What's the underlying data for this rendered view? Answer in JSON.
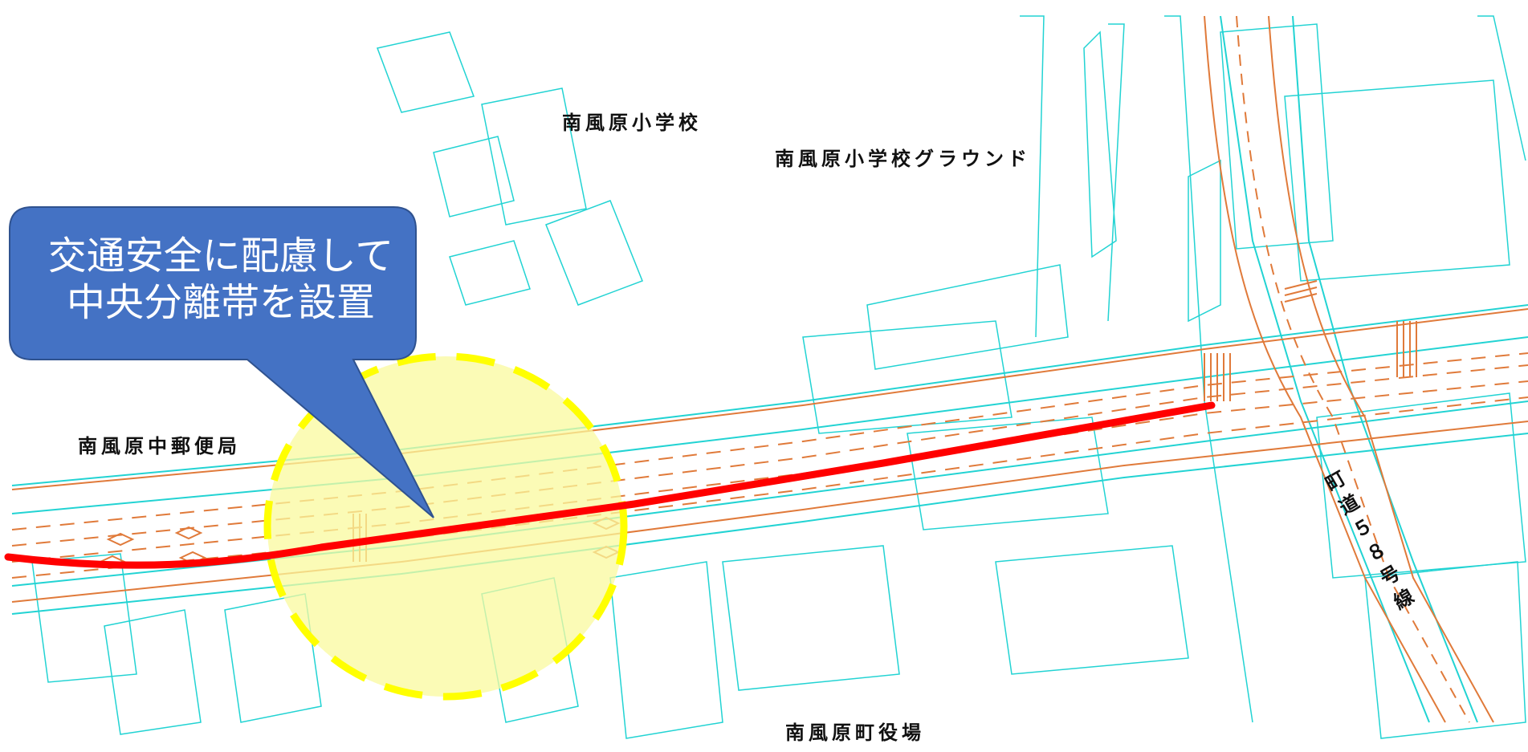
{
  "colors": {
    "road_cyan": "#22d3d3",
    "road_orange": "#e07a3a",
    "route_red": "#ff0000",
    "highlight_yellow": "#ffff00",
    "highlight_fill": "#fafa9e",
    "callout_blue": "#4472c4"
  },
  "callout": {
    "line1": "交通安全に配慮して",
    "line2": "中央分離帯を設置"
  },
  "labels": {
    "school": "南風原小学校",
    "school_ground": "南風原小学校グラウンド",
    "post_office": "南風原中郵便局",
    "town_office": "南風原町役場",
    "town_road": "町道５８号線"
  }
}
